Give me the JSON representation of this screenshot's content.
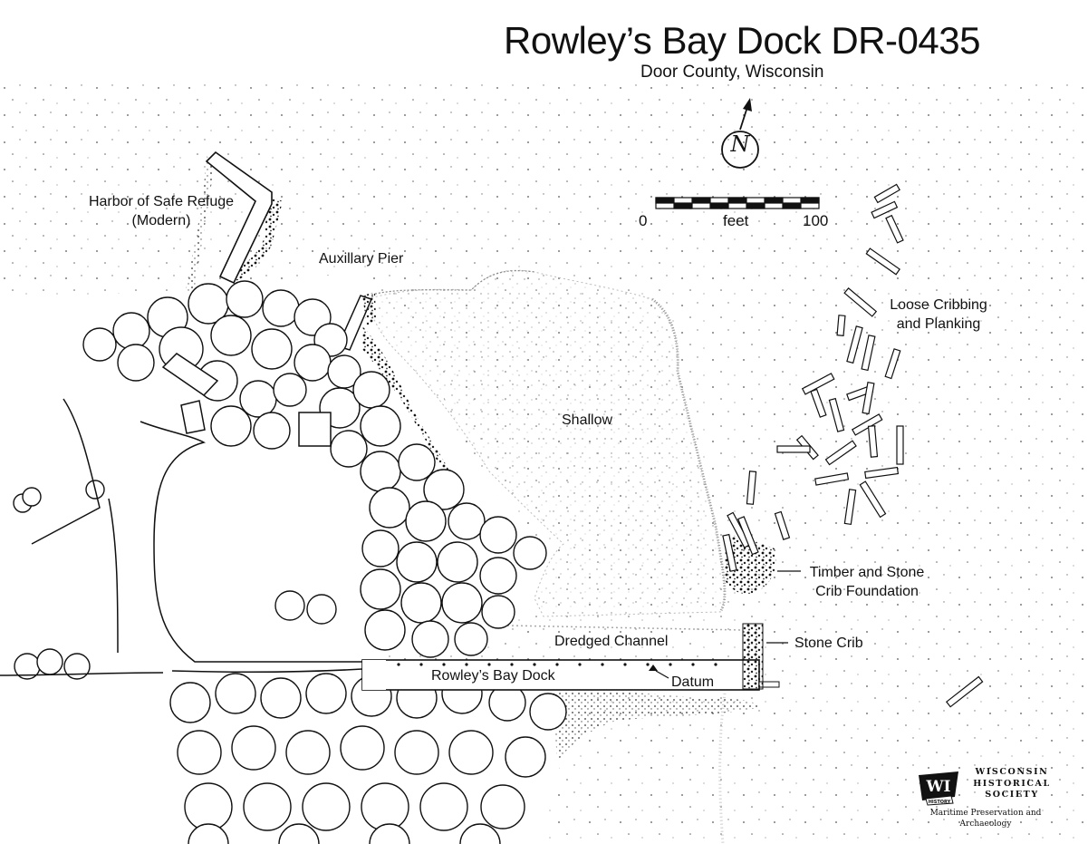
{
  "title": "Rowley’s Bay Dock DR-0435",
  "subtitle": "Door County, Wisconsin",
  "north_arrow": {
    "letter": "N"
  },
  "scale_bar": {
    "start": "0",
    "unit": "feet",
    "end": "100"
  },
  "labels": {
    "harbor_line1": "Harbor of Safe Refuge",
    "harbor_line2": "(Modern)",
    "aux_pier": "Auxillary Pier",
    "loose_line1": "Loose Cribbing",
    "loose_line2": "and Planking",
    "shallow": "Shallow",
    "timber_line1": "Timber and Stone",
    "timber_line2": "Crib Foundation",
    "stone_crib": "Stone Crib",
    "dredged_channel": "Dredged Channel",
    "dock": "Rowley’s Bay Dock",
    "datum": "Datum"
  },
  "logo": {
    "name_line1": "WISCONSIN",
    "name_line2": "HISTORICAL",
    "name_line3": "SOCIETY",
    "mark_text": "WI",
    "mark_sub": "HISTORY",
    "tagline": "Maritime Preservation and Archaeology"
  },
  "colors": {
    "ink": "#111111",
    "background": "#ffffff",
    "stipple": "#222222"
  }
}
